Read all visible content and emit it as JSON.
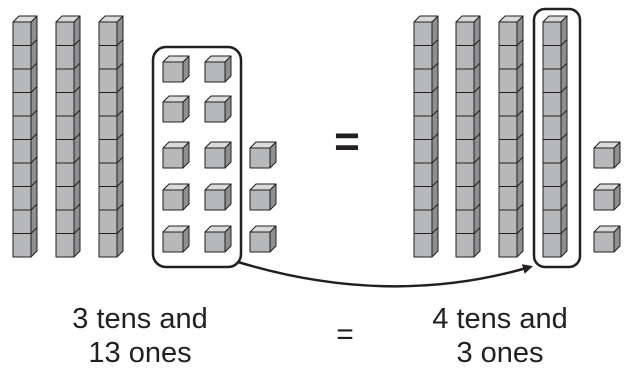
{
  "left": {
    "tens": 3,
    "ones": 13,
    "caption_line1": "3 tens and",
    "caption_line2": "13 ones"
  },
  "right": {
    "tens": 4,
    "ones": 3,
    "caption_line1": "4 tens and",
    "caption_line2": "3 ones"
  },
  "equals_symbol": "=",
  "colors": {
    "cube_front": "#b7b8ba",
    "cube_top": "#d9dadb",
    "cube_side": "#8e8f91",
    "outline": "#231f20"
  }
}
